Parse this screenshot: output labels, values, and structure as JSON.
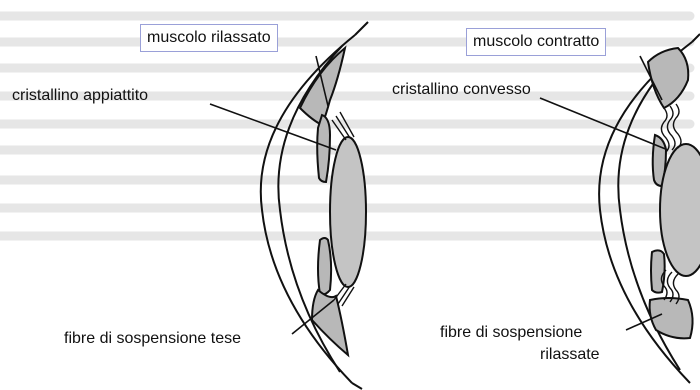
{
  "colors": {
    "tissue_fill": "#b8b8b8",
    "lens_fill": "#c4c4c4",
    "outline": "#111111",
    "label_box_border": "#9aa0d8",
    "background_text": "#dcdcdc"
  },
  "left_panel": {
    "muscle_label": "muscolo rilassato",
    "lens_label": "cristallino appiattito",
    "fibers_label": "fibre di sospensione tese"
  },
  "right_panel": {
    "muscle_label": "muscolo contratto",
    "lens_label": "cristallino convesso",
    "fibers_label_line1": "fibre di sospensione",
    "fibers_label_line2": "rilassate"
  }
}
